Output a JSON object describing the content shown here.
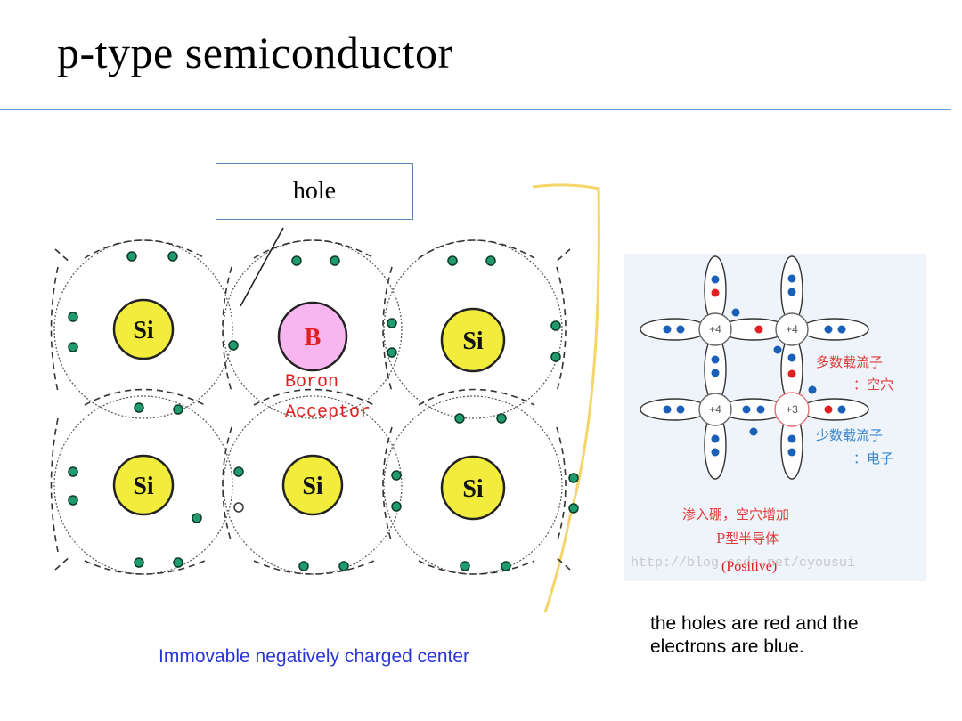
{
  "title": "p-type semiconductor",
  "hole_label": "hole",
  "atoms": {
    "si": "Si",
    "boron": "B"
  },
  "boron_label": {
    "line1": "Boron",
    "line2": "Acceptor"
  },
  "caption_left": "Immovable negatively charged center",
  "caption_right": "the holes are red and the electrons are blue.",
  "right_figure": {
    "charges": {
      "plus4": "+4",
      "plus3": "+3"
    },
    "majority_label": "多数载流子",
    "majority_value": "：空穴",
    "minority_label": "少数载流子",
    "minority_value": "：电子",
    "doping_text": "渗入硼，空穴增加",
    "ptype_text": "P型半导体",
    "positive_text": "(Positive)",
    "watermark": "http://blog.csdn.net/cyousui"
  },
  "colors": {
    "rule": "#5b9bd5",
    "si_fill": "#f2ec3c",
    "boron_fill": "#f7b6f0",
    "electron_green": "#1f9b6e",
    "red": "#e02020",
    "blue": "#1a5fb8",
    "caption_blue": "#2a35d8"
  }
}
